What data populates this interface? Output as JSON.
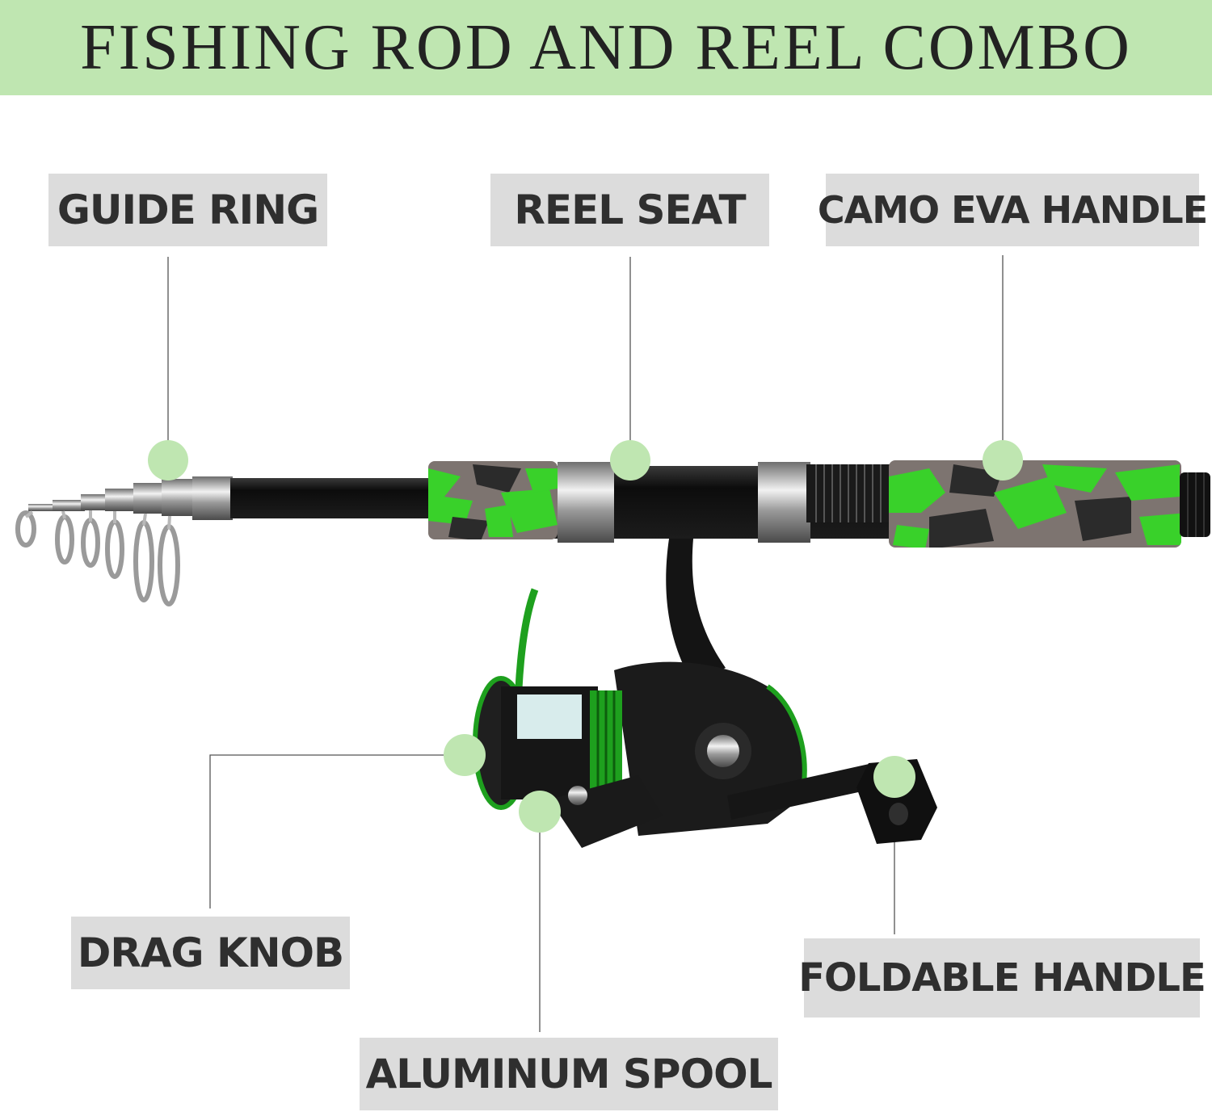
{
  "title": "FISHING ROD AND REEL COMBO",
  "labels": {
    "guide_ring": "GUIDE RING",
    "reel_seat": "REEL SEAT",
    "camo_eva_handle": "CAMO EVA HANDLE",
    "drag_knob": "DRAG KNOB",
    "foldable_handle": "FOLDABLE HANDLE",
    "aluminum_spool": "ALUMINUM SPOOL"
  },
  "colors": {
    "banner": "#bfe6b1",
    "label_box": "#dcdcdc",
    "marker": "#bfe6b1",
    "camo_green": "#39d12a",
    "rod_black": "#111111"
  }
}
